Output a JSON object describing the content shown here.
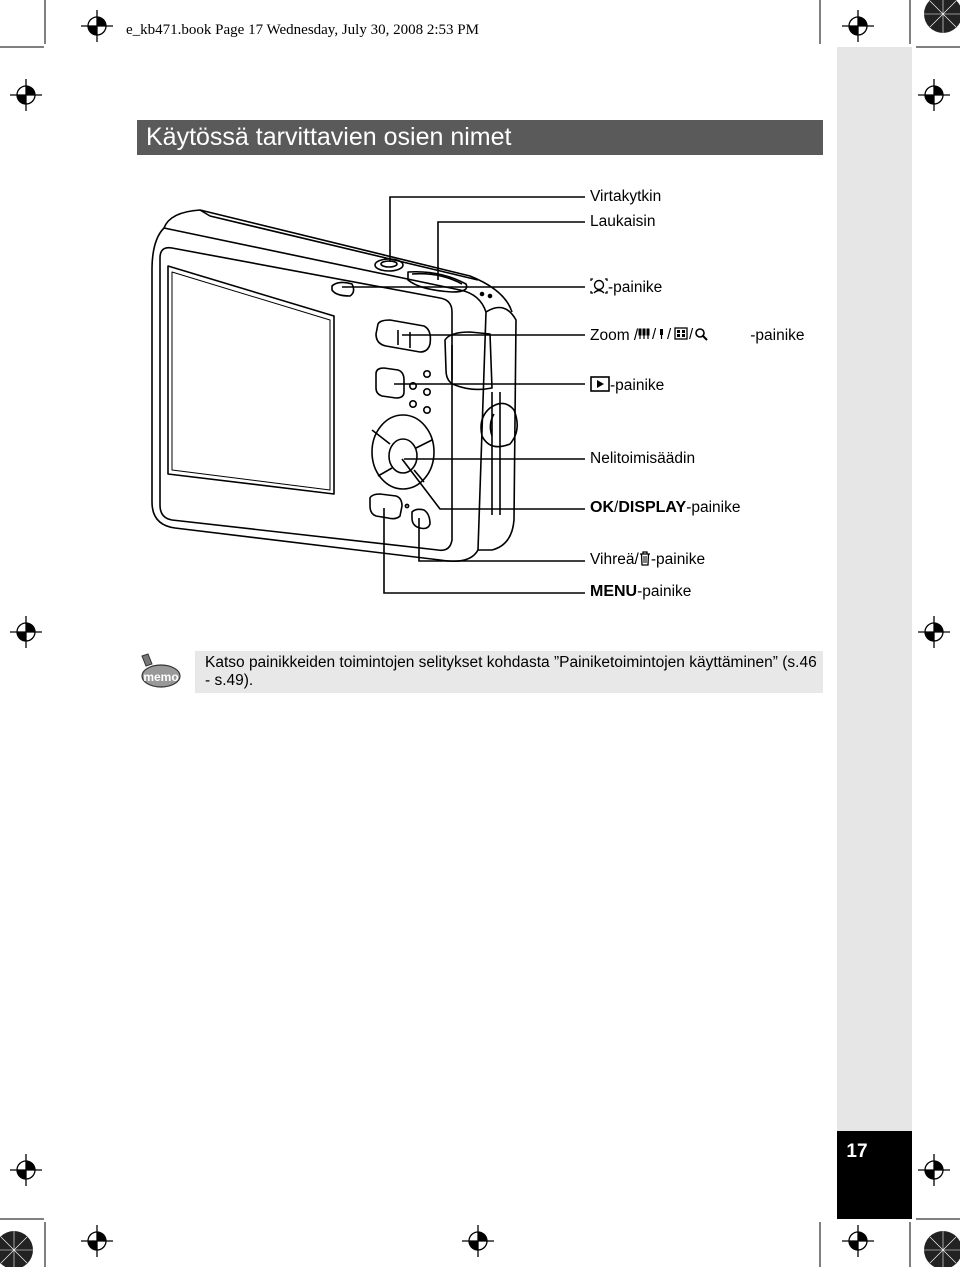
{
  "header": {
    "book_line": "e_kb471.book  Page 17  Wednesday, July 30, 2008  2:53 PM"
  },
  "title": "Käytössä tarvittavien osien nimet",
  "callouts": {
    "power_switch": "Virtakytkin",
    "shutter": "Laukaisin",
    "face_button_suffix": "-painike",
    "zoom_prefix": "Zoom /",
    "zoom_suffix": "-painike",
    "playback_suffix": "-painike",
    "four_way": "Nelitoimisäädin",
    "ok_label": "OK",
    "ok_sep": "/",
    "display_label": "DISPLAY",
    "ok_suffix": "-painike",
    "green_prefix": "Vihreä/",
    "green_suffix": "-painike",
    "menu_label": "MENU",
    "menu_suffix": "-painike"
  },
  "memo": {
    "icon_label": "memo",
    "text": "Katso painikkeiden toimintojen selitykset kohdasta ”Painiketoimintojen käyttäminen” (s.46 - s.49)."
  },
  "page_number": "17",
  "icons": [
    "face-detect-icon",
    "zoom-icons",
    "playback-icon",
    "trash-icon",
    "memo-icon",
    "registration-mark-icon"
  ]
}
